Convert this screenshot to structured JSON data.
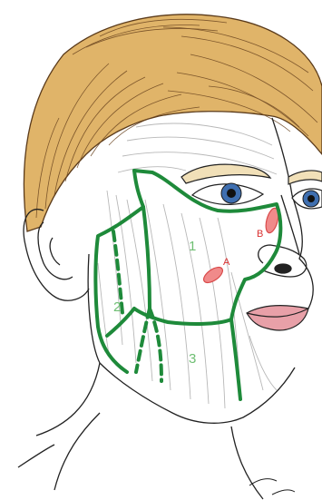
{
  "illustration": {
    "subject": "facial-zone-diagram",
    "zones": [
      {
        "label": "1"
      },
      {
        "label": "2"
      },
      {
        "label": "3"
      }
    ],
    "points": [
      {
        "label": "A"
      },
      {
        "label": "B"
      }
    ]
  },
  "colors": {
    "zone_line": "#1e8a3a",
    "zone_label": "#6fbf73",
    "marker_fill": "#f08a8a",
    "marker_stroke": "#d94a4a",
    "marker_label": "#d93030",
    "hair": "#e0b469",
    "hair_stroke": "#5a3a1a",
    "ink": "#222222",
    "skin_lines": "#b8b8b8",
    "iris": "#3f6fb0",
    "lips": "#e8a0a8"
  }
}
